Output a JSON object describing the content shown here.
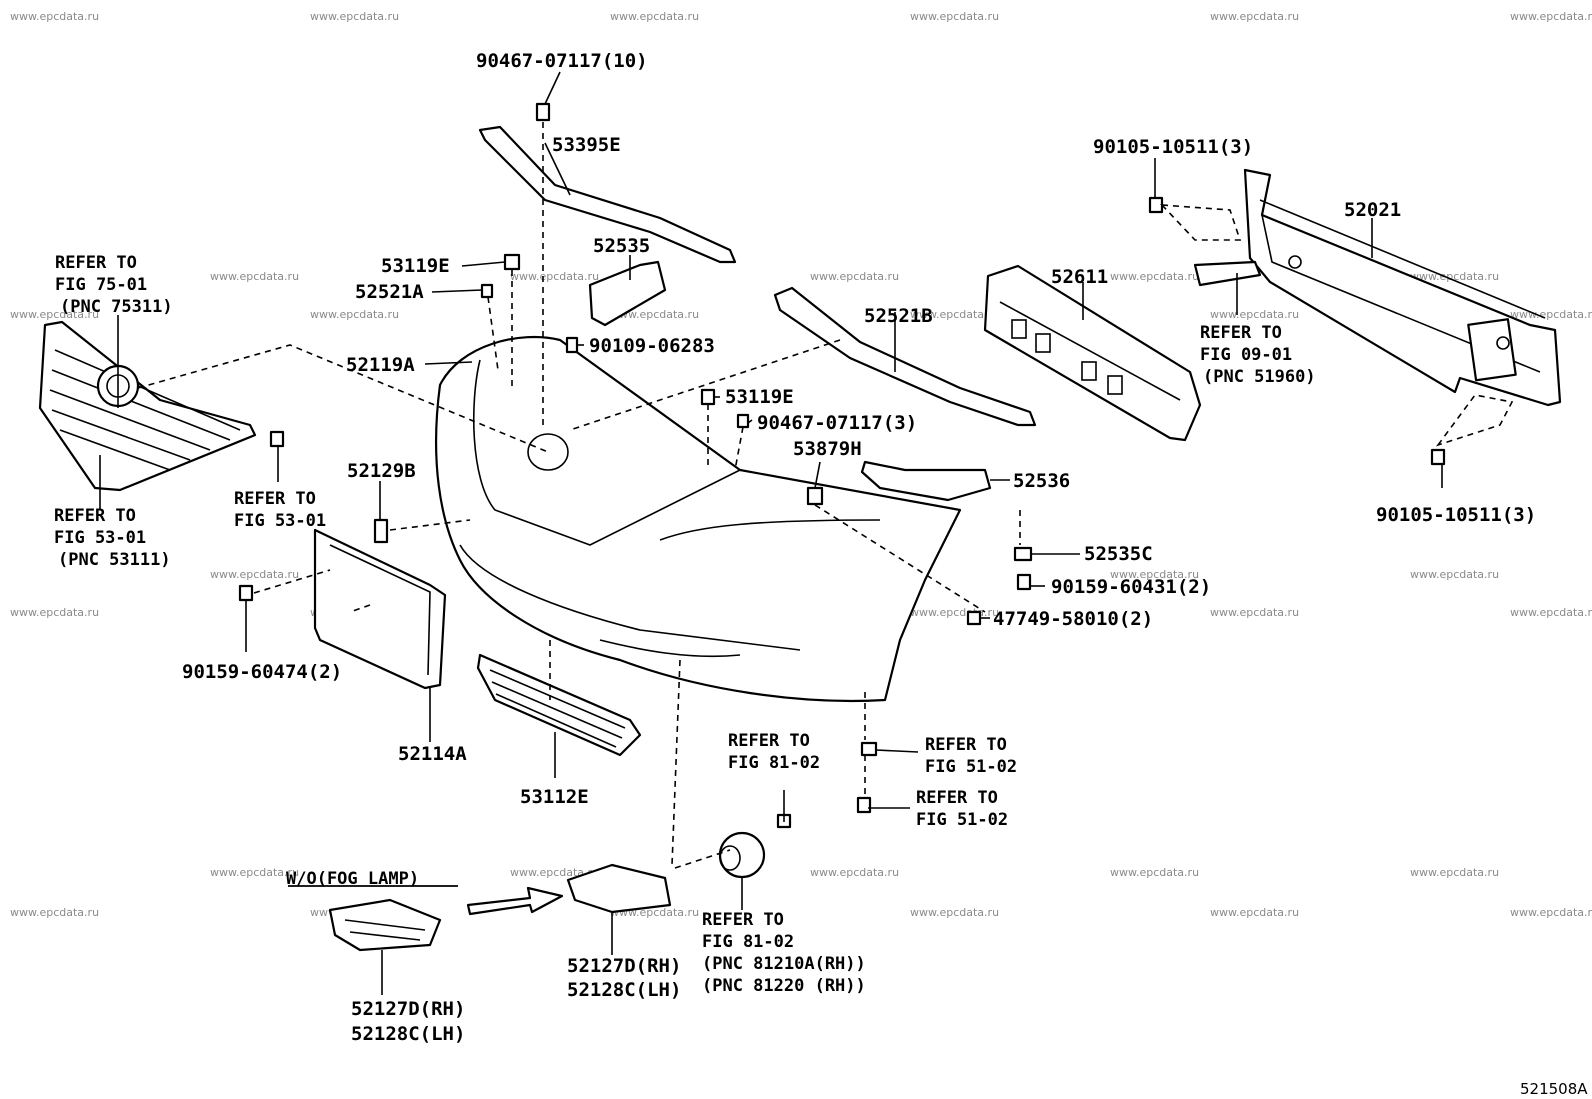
{
  "watermark": "www.epcdata.ru",
  "figure_code": "521508A",
  "labels": {
    "p90467_top": "90467-07117(10)",
    "p53395E": "53395E",
    "p90105_top": "90105-10511(3)",
    "p52021": "52021",
    "p52535": "52535",
    "p53119E_a": "53119E",
    "p52521A": "52521A",
    "p52611": "52611",
    "p52521B": "52521B",
    "p52119A": "52119A",
    "p90109": "90109-06283",
    "p53119E_b": "53119E",
    "p90467_3": "90467-07117(3)",
    "p53879H": "53879H",
    "p52536": "52536",
    "p52129B": "52129B",
    "p90105_bottom": "90105-10511(3)",
    "p52535C": "52535C",
    "p90159_60431": "90159-60431(2)",
    "p47749": "47749-58010(2)",
    "p90159_60474": "90159-60474(2)",
    "p52114A": "52114A",
    "p53112E": "53112E",
    "p52127D_a": "52127D(RH)",
    "p52128C_a": "52128C(LH)",
    "p52127D_b": "52127D(RH)",
    "p52128C_b": "52128C(LH)",
    "wo_fog_lamp": "W/O(FOG LAMP)"
  },
  "references": {
    "fig75": [
      "REFER TO",
      "FIG 75-01",
      "(PNC 75311)"
    ],
    "fig53_a": [
      "REFER TO",
      "FIG 53-01"
    ],
    "fig53_b": [
      "REFER TO",
      "FIG 53-01",
      "(PNC 53111)"
    ],
    "fig09": [
      "REFER TO",
      "FIG 09-01",
      "(PNC 51960)"
    ],
    "fig81_a": [
      "REFER TO",
      "FIG 81-02"
    ],
    "fig51_a": [
      "REFER TO",
      "FIG 51-02"
    ],
    "fig51_b": [
      "REFER TO",
      "FIG 51-02"
    ],
    "fig81_b": [
      "REFER TO",
      "FIG 81-02"
    ],
    "pnc_81210A": "(PNC 81210A(RH))",
    "pnc_81220": "(PNC 81220  (RH))"
  }
}
